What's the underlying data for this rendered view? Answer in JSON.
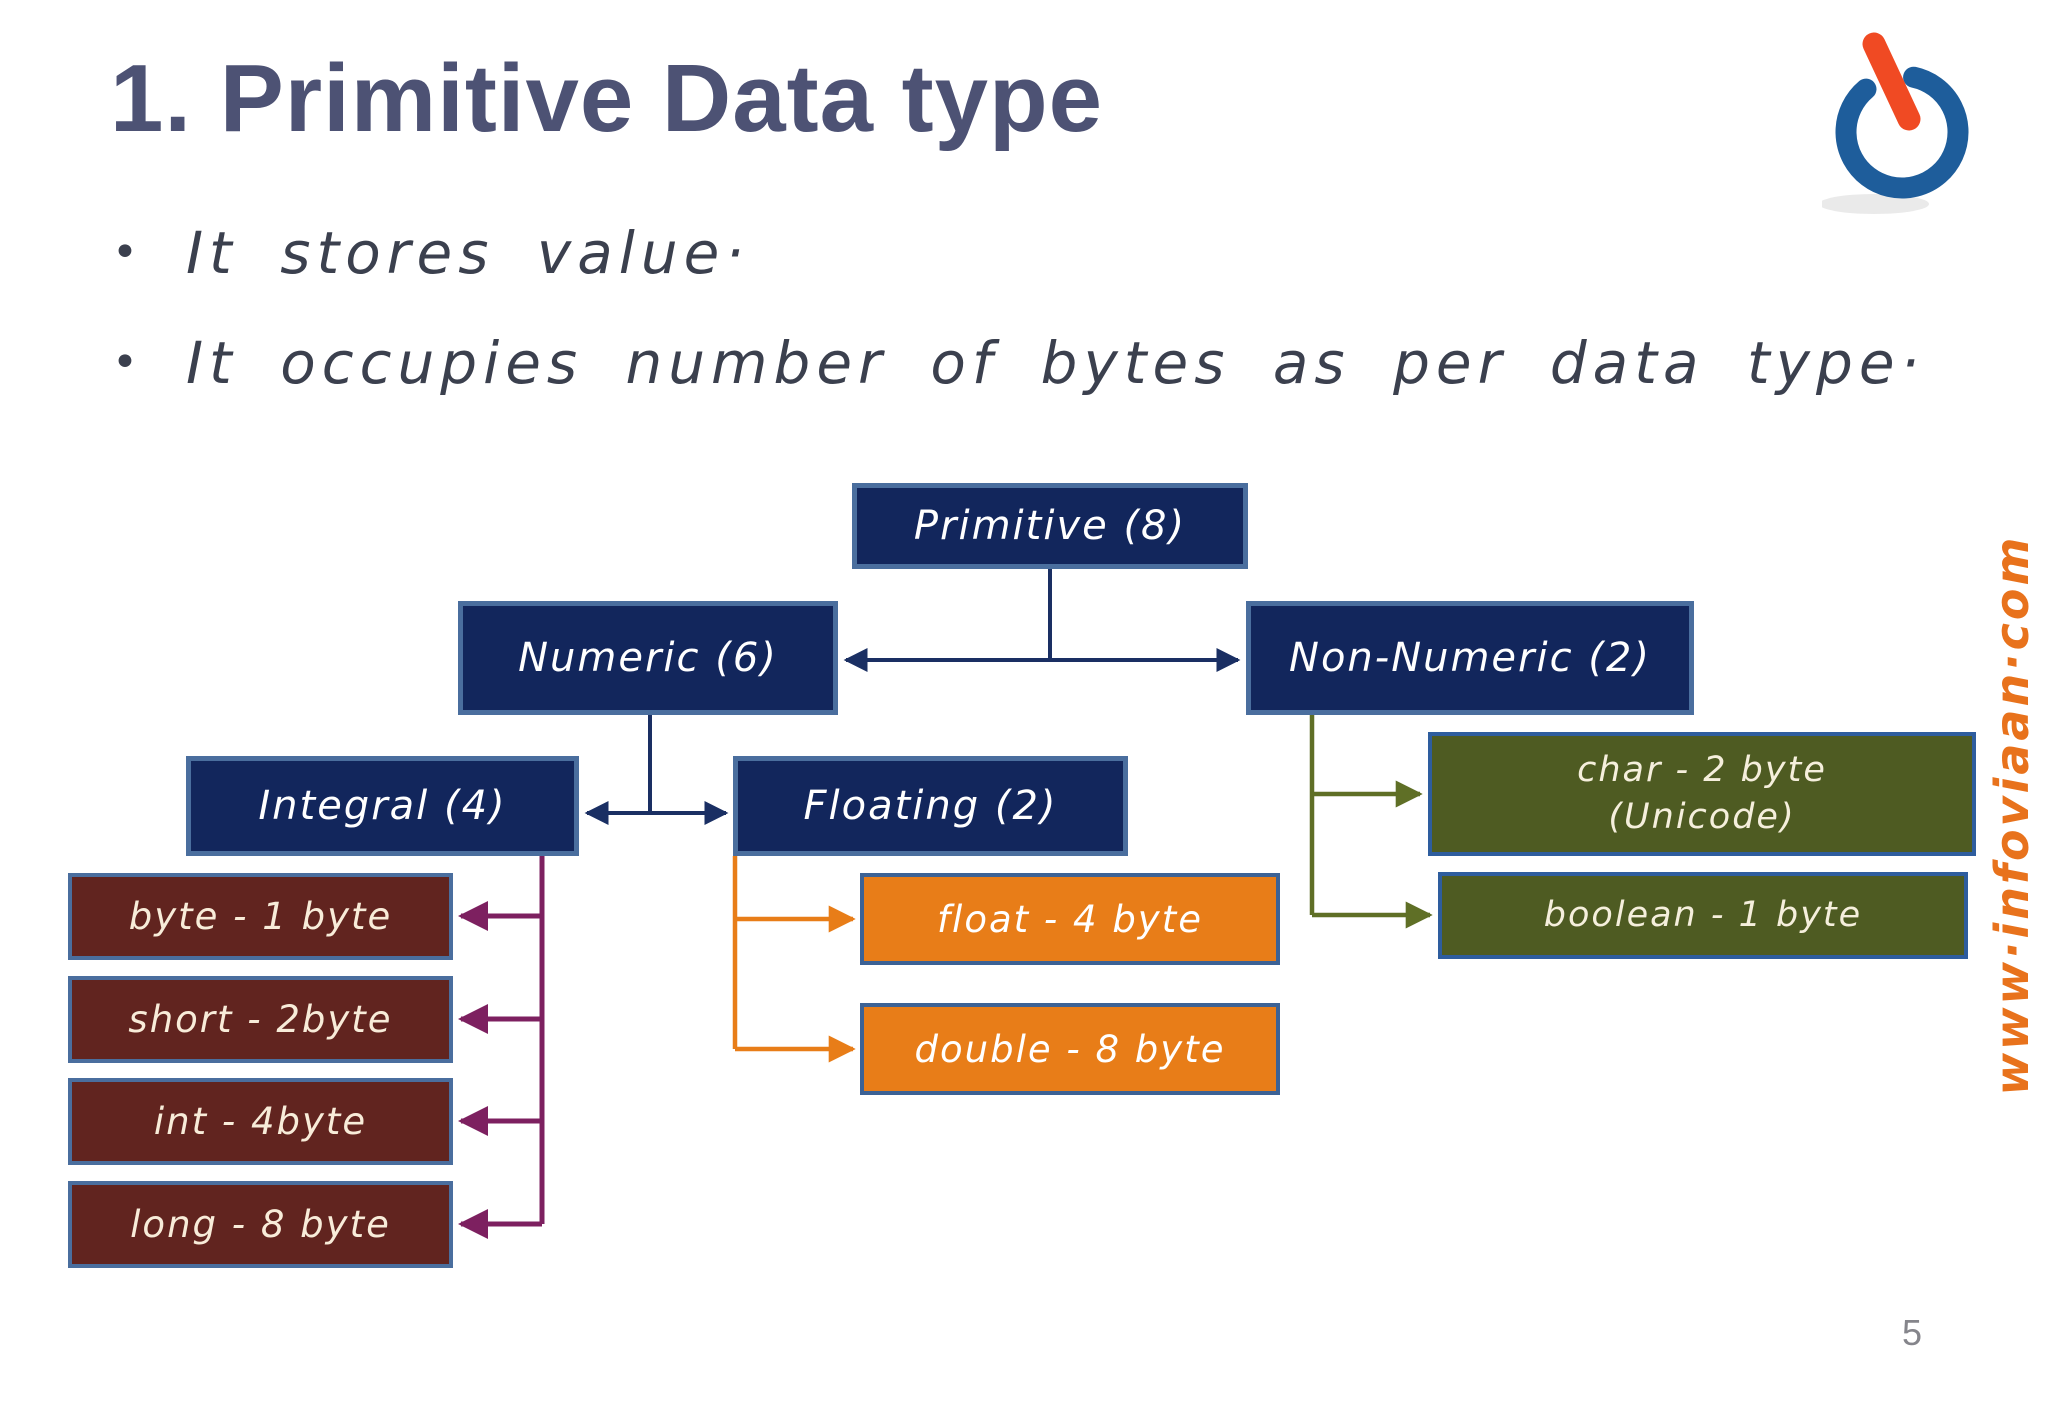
{
  "slide": {
    "title": "1. Primitive Data type",
    "bullet_glyph": "•",
    "bullet_1": "It stores value·",
    "bullet_2": "It occupies number of bytes as per data type·",
    "watermark": "www·infoviaan·com",
    "page_number": "5"
  },
  "diagram": {
    "primitive": {
      "label": "Primitive (8)"
    },
    "numeric": {
      "label": "Numeric (6)"
    },
    "non_numeric": {
      "label": "Non-Numeric (2)"
    },
    "integral": {
      "label": "Integral (4)"
    },
    "floating": {
      "label": "Floating (2)"
    },
    "integral_types": [
      {
        "label": "byte - 1 byte"
      },
      {
        "label": "short - 2byte"
      },
      {
        "label": "int - 4byte"
      },
      {
        "label": "long - 8 byte"
      }
    ],
    "floating_types": [
      {
        "label": "float - 4 byte"
      },
      {
        "label": "double - 8 byte"
      }
    ],
    "non_numeric_types": [
      {
        "label_line1": "char - 2 byte",
        "label_line2": "(Unicode)"
      },
      {
        "label": "boolean - 1 byte"
      }
    ]
  },
  "colors": {
    "title": "#4d5274",
    "body_text": "#3b404e",
    "navy_box": "#12265c",
    "maroon_box": "#61241f",
    "orange_box": "#e87d18",
    "olive_box": "#4e5b22",
    "box_border": "#4a6e9e",
    "navy_connector": "#1a2f63",
    "purple_connector": "#7d2060",
    "orange_connector": "#e87d18",
    "olive_connector": "#5f6f26",
    "watermark": "#e8721c",
    "logo_blue": "#1e5d9b",
    "logo_orange": "#f04a23",
    "page_number": "#85858b"
  },
  "logo": {
    "name": "power-button-logo"
  }
}
